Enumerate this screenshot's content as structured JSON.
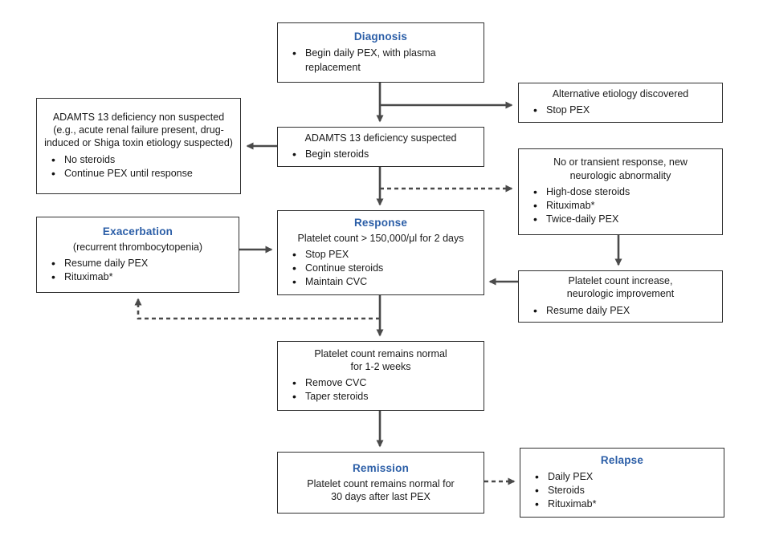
{
  "diagram": {
    "description": "Treatment flowchart for suspected ADAMTS 13 deficiency / TTP using plasma exchange (PEX)"
  },
  "colors": {
    "accent_blue": "#2b5ea7",
    "box_border": "#2f2f2f",
    "arrow": "#4a4a4a",
    "background": "#ffffff",
    "text": "#1a1a1a"
  },
  "boxes": {
    "diagnosis": {
      "title": "Diagnosis",
      "bullets": [
        "Begin daily PEX, with plasma replacement"
      ]
    },
    "alternative_etiology": {
      "heading": "Alternative etiology discovered",
      "bullets": [
        "Stop PEX"
      ]
    },
    "adamts_suspected": {
      "heading": "ADAMTS 13 deficiency suspected",
      "bullets": [
        "Begin steroids"
      ]
    },
    "adamts_not_suspected": {
      "heading": "ADAMTS 13 deficiency non suspected (e.g., acute renal failure present, drug-induced or Shiga toxin etiology suspected)",
      "bullets": [
        "No steroids",
        "Continue PEX until response"
      ]
    },
    "no_transient_response": {
      "heading": "No or transient response, new neurologic abnormality",
      "bullets": [
        "High-dose steroids",
        "Rituximab*",
        "Twice-daily PEX"
      ]
    },
    "response": {
      "title": "Response",
      "heading": "Platelet count > 150,000/μl for 2 days",
      "bullets": [
        "Stop PEX",
        "Continue steroids",
        "Maintain CVC"
      ]
    },
    "exacerbation": {
      "title": "Exacerbation",
      "heading": "(recurrent thrombocytopenia)",
      "bullets": [
        "Resume daily PEX",
        "Rituximab*"
      ]
    },
    "platelet_increase": {
      "heading": "Platelet count increase, neurologic improvement",
      "bullets": [
        "Resume daily PEX"
      ]
    },
    "platelet_normal_weeks": {
      "heading": "Platelet count remains normal for 1-2 weeks",
      "bullets": [
        "Remove CVC",
        "Taper steroids"
      ]
    },
    "remission": {
      "title": "Remission",
      "heading": "Platelet count remains normal for 30 days after last PEX"
    },
    "relapse": {
      "title": "Relapse",
      "bullets": [
        "Daily PEX",
        "Steroids",
        "Rituximab*"
      ]
    }
  }
}
